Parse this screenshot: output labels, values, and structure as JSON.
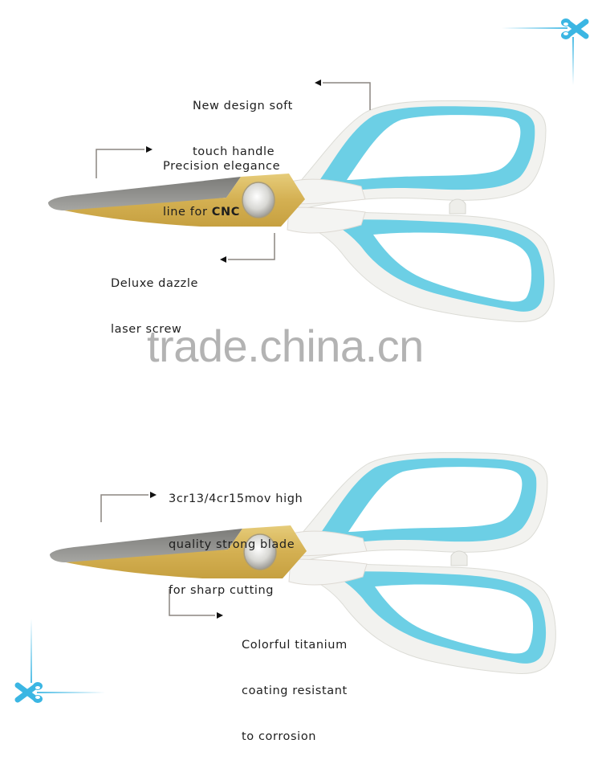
{
  "colors": {
    "handle_blue": "#6cd0e6",
    "handle_white": "#f1f1ee",
    "blade_gold": "#d6b558",
    "blade_steel": "#8a8a86",
    "callout_line": "#8c8681",
    "corner_accent": "#3bb6e3",
    "watermark": "#b3b3b3"
  },
  "watermark": "trade.china.cn",
  "product_top": {
    "callouts": [
      {
        "id": "handle",
        "line1": "New design soft",
        "line2": "touch handle"
      },
      {
        "id": "cnc",
        "line1": "Precision elegance",
        "line2_prefix": "line for ",
        "line2_bold": "CNC"
      },
      {
        "id": "screw",
        "line1": "Deluxe dazzle",
        "line2": "laser screw"
      }
    ]
  },
  "product_bottom": {
    "callouts": [
      {
        "id": "blade",
        "line1": "3cr13/4cr15mov high",
        "line2": "quality strong blade",
        "line3": "for sharp cutting"
      },
      {
        "id": "coating",
        "line1": "Colorful titanium",
        "line2": "coating resistant",
        "line3": "to corrosion"
      }
    ]
  },
  "icons": {
    "corner_top_right": "scissors-icon",
    "corner_bottom_left": "scissors-icon"
  }
}
